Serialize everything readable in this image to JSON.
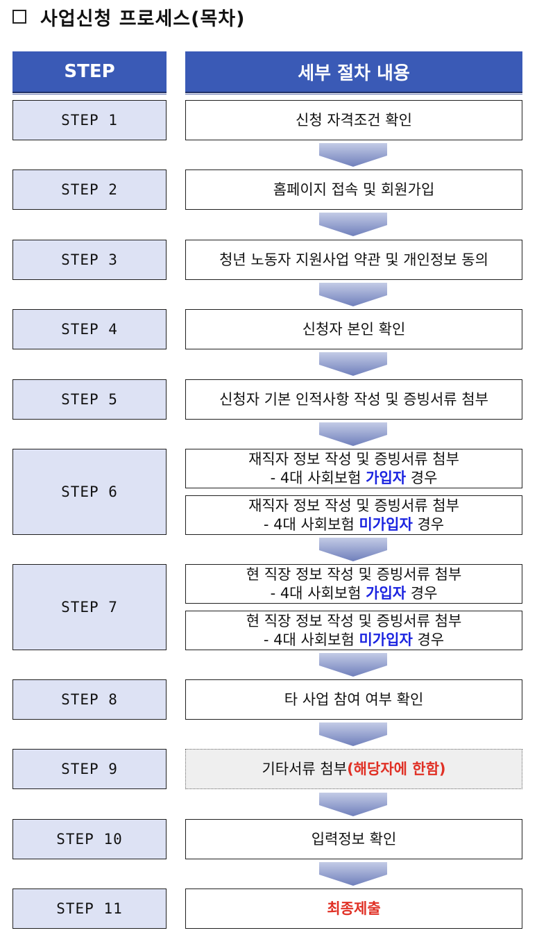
{
  "title": "사업신청 프로세스(목차)",
  "header": {
    "step_col": "STEP",
    "detail_col": "세부 절차 내용"
  },
  "steps": [
    {
      "label": "STEP 1",
      "content": "신청 자격조건 확인"
    },
    {
      "label": "STEP 2",
      "content": "홈페이지 접속 및 회원가입"
    },
    {
      "label": "STEP 3",
      "content": "청년 노동자 지원사업 약관 및 개인정보 동의"
    },
    {
      "label": "STEP 4",
      "content": "신청자 본인 확인"
    },
    {
      "label": "STEP 5",
      "content": "신청자 기본 인적사항 작성 및 증빙서류 첨부"
    },
    {
      "label": "STEP 6",
      "boxes": [
        {
          "line1": "재직자 정보 작성 및 증빙서류 첨부",
          "pre": "- 4대 사회보험 ",
          "emph": "가입자",
          "post": " 경우"
        },
        {
          "line1": "재직자 정보 작성 및 증빙서류 첨부",
          "pre": "- 4대 사회보험 ",
          "emph": "미가입자",
          "post": " 경우"
        }
      ]
    },
    {
      "label": "STEP 7",
      "boxes": [
        {
          "line1": "현 직장 정보 작성 및 증빙서류 첨부",
          "pre": "- 4대 사회보험 ",
          "emph": "가입자",
          "post": " 경우"
        },
        {
          "line1": "현 직장 정보 작성 및 증빙서류 첨부",
          "pre": "- 4대 사회보험 ",
          "emph": "미가입자",
          "post": " 경우"
        }
      ]
    },
    {
      "label": "STEP 8",
      "content": "타 사업 참여 여부 확인"
    },
    {
      "label": "STEP 9",
      "content": "기타서류 첨부",
      "emph": "(해당자에 한함)"
    },
    {
      "label": "STEP 10",
      "content": "입력정보 확인"
    },
    {
      "label": "STEP 11",
      "emph": "최종제출"
    }
  ],
  "colors": {
    "header_blue": "#3a5ab6",
    "step_fill": "#dde2f4",
    "emphasis_blue": "#1a23e0",
    "emphasis_red": "#e03025",
    "arrow_top": "#b4bedc",
    "arrow_bottom": "#6f7fbb"
  }
}
